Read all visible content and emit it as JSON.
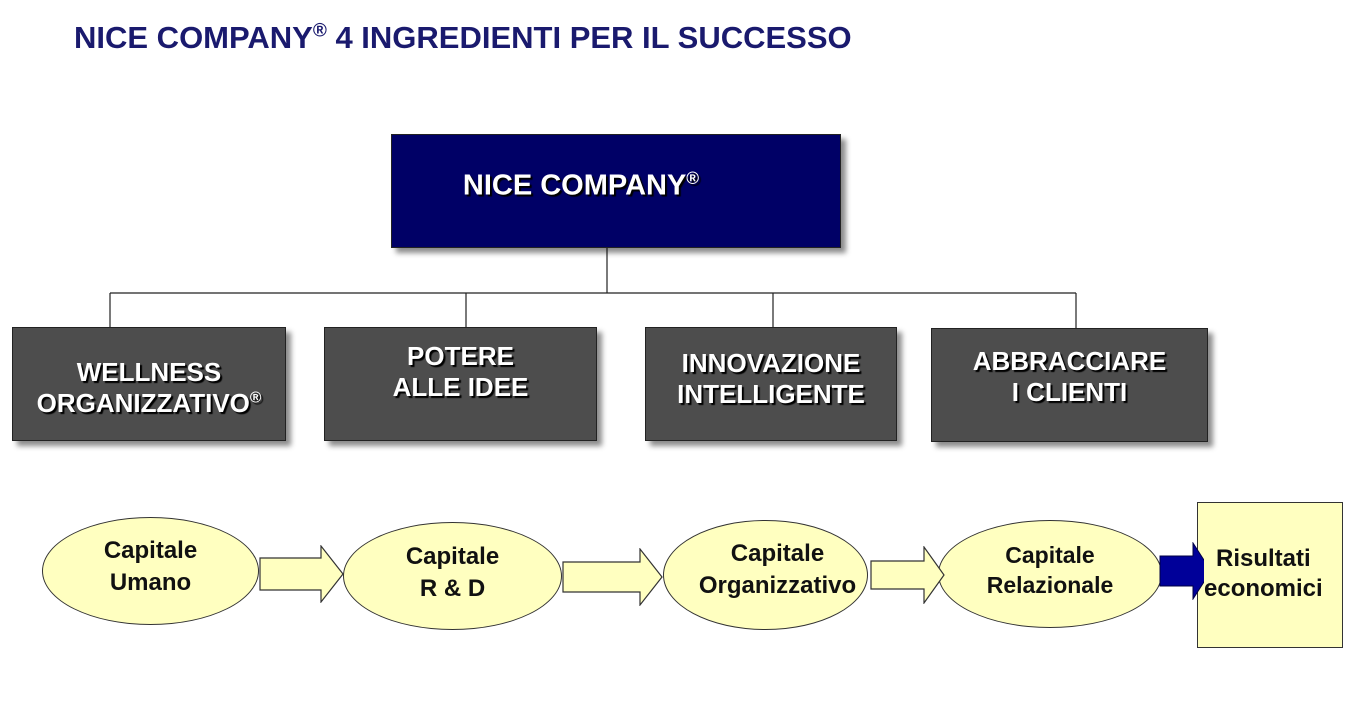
{
  "title": {
    "text": "NICE COMPANY",
    "mark": "®",
    "rest": " 4  INGREDIENTI PER IL SUCCESSO"
  },
  "root": {
    "label": "NICE COMPANY",
    "mark": "®"
  },
  "pillars": [
    {
      "line1": "WELLNESS",
      "line2": "ORGANIZZATIVO",
      "mark": "®"
    },
    {
      "line1": "POTERE",
      "line2": "ALLE  IDEE",
      "mark": ""
    },
    {
      "line1": "INNOVAZIONE",
      "line2": "INTELLIGENTE",
      "mark": ""
    },
    {
      "line1": "ABBRACCIARE",
      "line2": "I CLIENTI",
      "mark": ""
    }
  ],
  "flow": [
    {
      "line1": "Capitale",
      "line2": "Umano"
    },
    {
      "line1": "Capitale",
      "line2": "R & D"
    },
    {
      "line1": "Capitale",
      "line2": "Organizzativo"
    },
    {
      "line1": "Capitale",
      "line2": "Relazionale"
    }
  ],
  "result": {
    "line1": "Risultati",
    "line2": "economici"
  },
  "colors": {
    "title": "#1a1a6e",
    "root_fill": "#000066",
    "pillar_fill": "#4d4d4d",
    "oval_fill": "#ffffc0",
    "arrow_fill": "#ffffc0",
    "final_arrow_fill": "#000099"
  }
}
